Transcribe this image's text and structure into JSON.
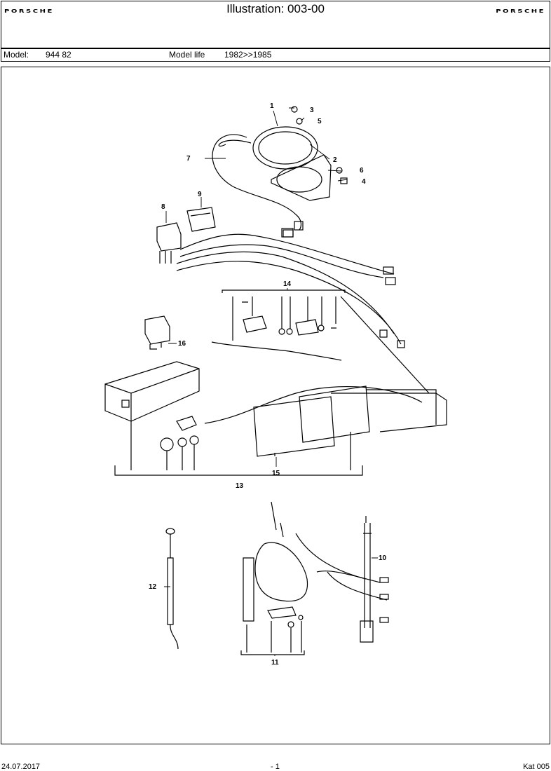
{
  "header": {
    "brand": "PORSCHE",
    "title": "Illustration: 003-00"
  },
  "model_bar": {
    "model_label": "Model:",
    "model_value": "944 82",
    "life_label": "Model life",
    "life_value": "1982>>1985"
  },
  "callouts": [
    "1",
    "2",
    "3",
    "4",
    "5",
    "6",
    "7",
    "8",
    "9",
    "10",
    "11",
    "12",
    "13",
    "14",
    "15",
    "16"
  ],
  "footer": {
    "date": "24.07.2017",
    "page": "- 1",
    "catalog": "Kat 005"
  }
}
